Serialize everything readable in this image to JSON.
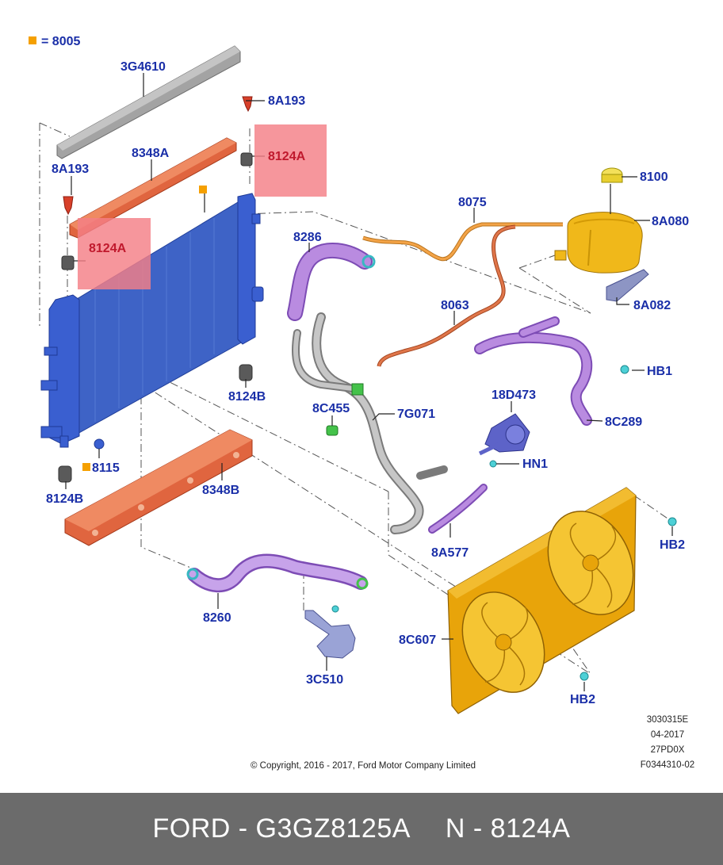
{
  "legend": {
    "symbol_color": "#f5a000",
    "text": "= 8005"
  },
  "parts": {
    "p3G4610": "3G4610",
    "p8A193_top": "8A193",
    "p8124A_top": "8124A",
    "p8348A": "8348A",
    "p8A193_left": "8A193",
    "p8124A_left": "8124A",
    "p8124B_mid": "8124B",
    "p8124B_left": "8124B",
    "p8115": "8115",
    "p8348B": "8348B",
    "p8286": "8286",
    "p8075": "8075",
    "p8100": "8100",
    "p8A080": "8A080",
    "p8A082": "8A082",
    "p8063": "8063",
    "pHB1": "HB1",
    "p8C289": "8C289",
    "p18D473": "18D473",
    "p8C455": "8C455",
    "p7G071": "7G071",
    "pHN1": "HN1",
    "p8A577": "8A577",
    "pHB2_right": "HB2",
    "pHB2_bottom": "HB2",
    "p8C607": "8C607",
    "p8260": "8260",
    "p3C510": "3C510"
  },
  "meta": {
    "line1": "3030315E",
    "line2": "04-2017",
    "line3": "27PD0X",
    "line4": "F0344310-02"
  },
  "copyright": "© Copyright, 2016 - 2017, Ford Motor Company Limited",
  "footer": {
    "left": "FORD - G3GZ8125A",
    "right": "N - 8124A"
  },
  "colors": {
    "radiator": "#3e63c6",
    "rail": "#9a9a9a",
    "seal": "#e0653f",
    "hose": "#b98be0",
    "tank": "#f0b81a",
    "shroud": "#e8a40a",
    "highlight": "#f47f86",
    "footer_bg": "#6b6b6b"
  }
}
